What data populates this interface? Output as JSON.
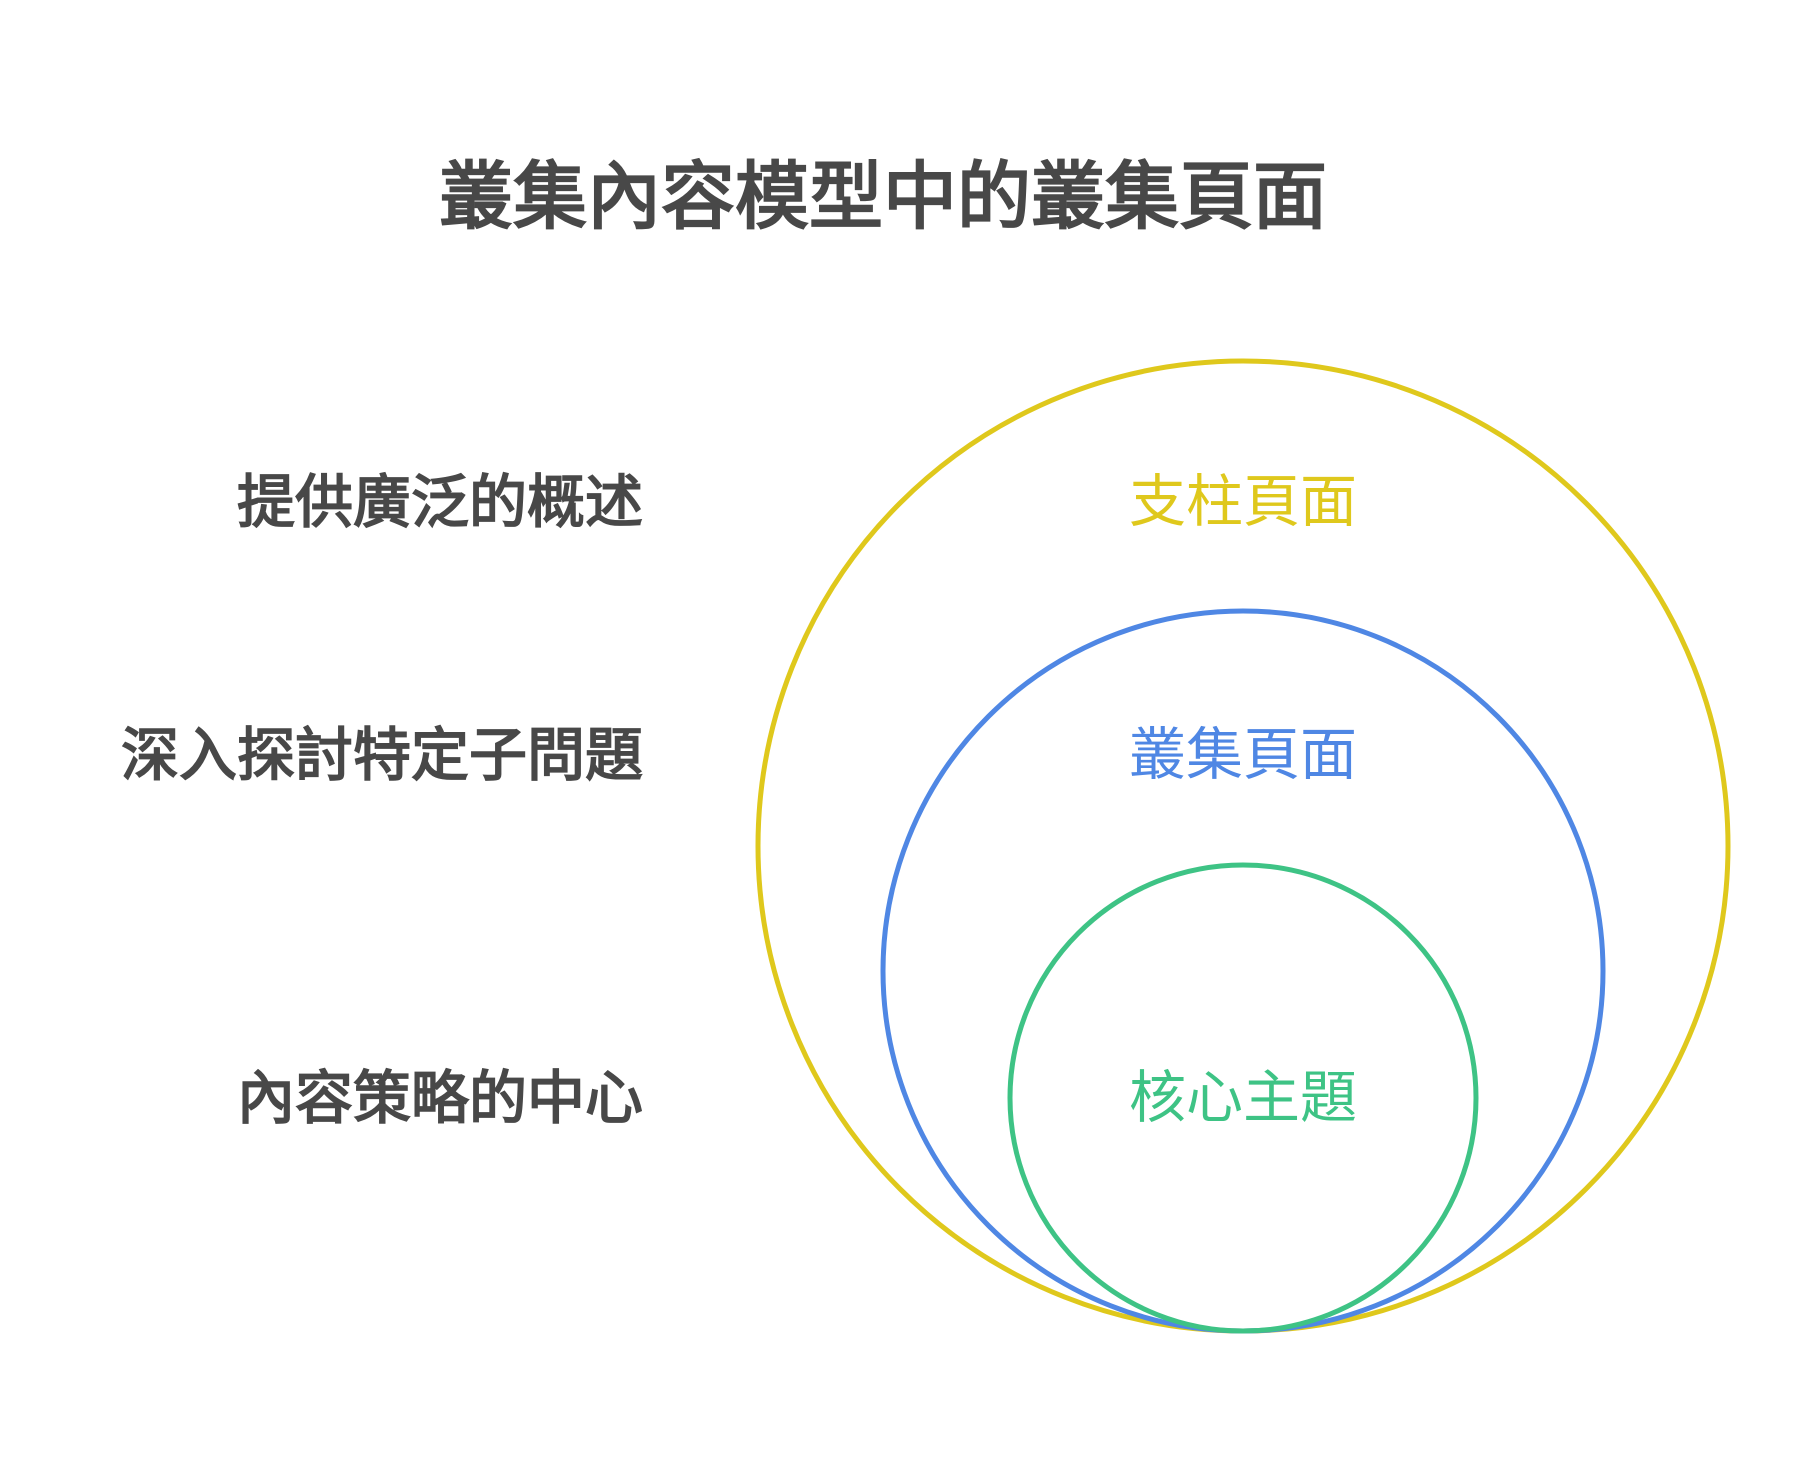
{
  "title": "叢集內容模型中的叢集頁面",
  "colors": {
    "text": "#484848",
    "outer": "#DFC81C",
    "middle": "#4F87E4",
    "inner": "#3EC385",
    "background": "#FFFFFF"
  },
  "layers": [
    {
      "id": "outer",
      "circle_label": "支柱頁面",
      "description": "提供廣泛的概述",
      "color": "#DFC81C"
    },
    {
      "id": "middle",
      "circle_label": "叢集頁面",
      "description": "深入探討特定子問題",
      "color": "#4F87E4"
    },
    {
      "id": "inner",
      "circle_label": "核心主題",
      "description": "內容策略的中心",
      "color": "#3EC385"
    }
  ]
}
